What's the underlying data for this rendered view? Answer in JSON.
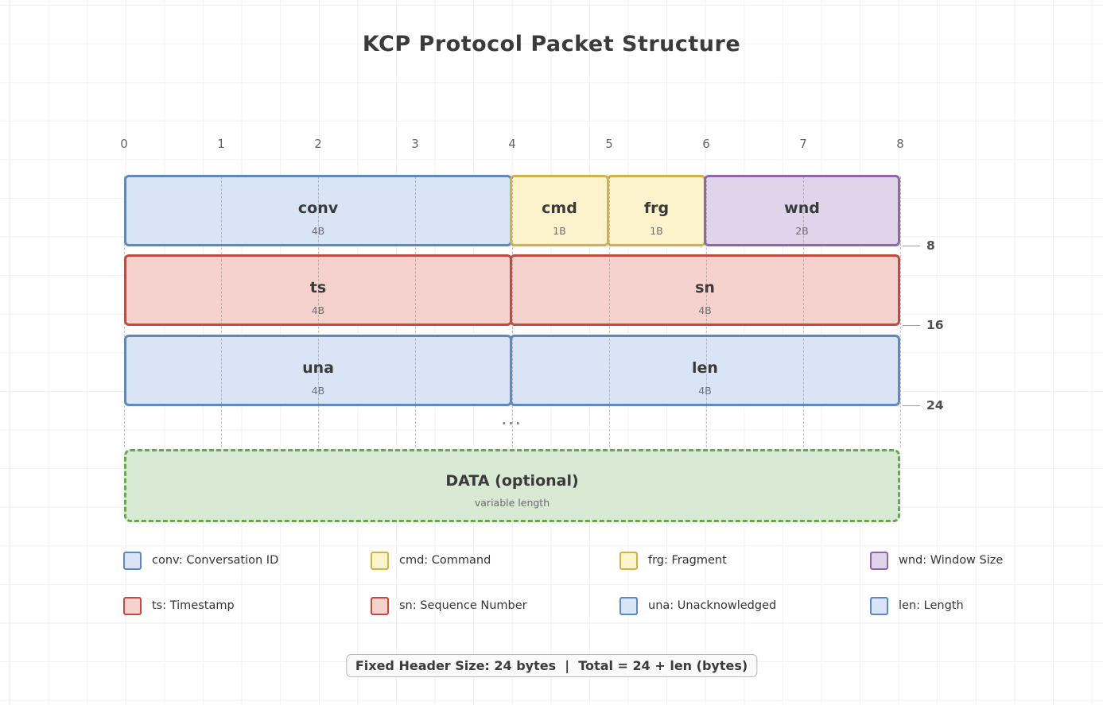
{
  "title": "KCP Protocol Packet Structure",
  "palette": {
    "blue": {
      "fill": "#d9e5f7",
      "border": "#5f88c1"
    },
    "yellow": {
      "fill": "#fdf3cd",
      "border": "#d1b24a"
    },
    "purple": {
      "fill": "#e0d4ea",
      "border": "#9165aa"
    },
    "red": {
      "fill": "#f6d2ce",
      "border": "#c14b42"
    },
    "green": {
      "fill": "#d8e9d4",
      "border": "#6aa84f"
    }
  },
  "diagram": {
    "ruler": [
      "0",
      "1",
      "2",
      "3",
      "4",
      "5",
      "6",
      "7",
      "8"
    ],
    "rows": [
      {
        "offset_label": "8",
        "fields": [
          {
            "label": "conv",
            "size": "4B",
            "bytes": 4,
            "color": "blue"
          },
          {
            "label": "cmd",
            "size": "1B",
            "bytes": 1,
            "color": "yellow"
          },
          {
            "label": "frg",
            "size": "1B",
            "bytes": 1,
            "color": "yellow"
          },
          {
            "label": "wnd",
            "size": "2B",
            "bytes": 2,
            "color": "purple"
          }
        ]
      },
      {
        "offset_label": "16",
        "fields": [
          {
            "label": "ts",
            "size": "4B",
            "bytes": 4,
            "color": "red"
          },
          {
            "label": "sn",
            "size": "4B",
            "bytes": 4,
            "color": "red"
          }
        ]
      },
      {
        "offset_label": "24",
        "fields": [
          {
            "label": "una",
            "size": "4B",
            "bytes": 4,
            "color": "blue"
          },
          {
            "label": "len",
            "size": "4B",
            "bytes": 4,
            "color": "blue"
          }
        ]
      }
    ],
    "ellipsis": "···",
    "data_box": {
      "label": "DATA (optional)",
      "sublabel": "variable length"
    }
  },
  "legend": {
    "items": [
      {
        "label": "conv: Conversation ID",
        "color": "blue"
      },
      {
        "label": "cmd: Command",
        "color": "yellow"
      },
      {
        "label": "frg: Fragment",
        "color": "yellow"
      },
      {
        "label": "wnd: Window Size",
        "color": "purple"
      },
      {
        "label": "ts: Timestamp",
        "color": "red"
      },
      {
        "label": "sn: Sequence Number",
        "color": "red"
      },
      {
        "label": "una: Unacknowledged",
        "color": "blue"
      },
      {
        "label": "len: Length",
        "color": "blue"
      }
    ]
  },
  "footer": {
    "note": "Fixed Header Size: 24 bytes  |  Total = 24 + len (bytes)"
  }
}
